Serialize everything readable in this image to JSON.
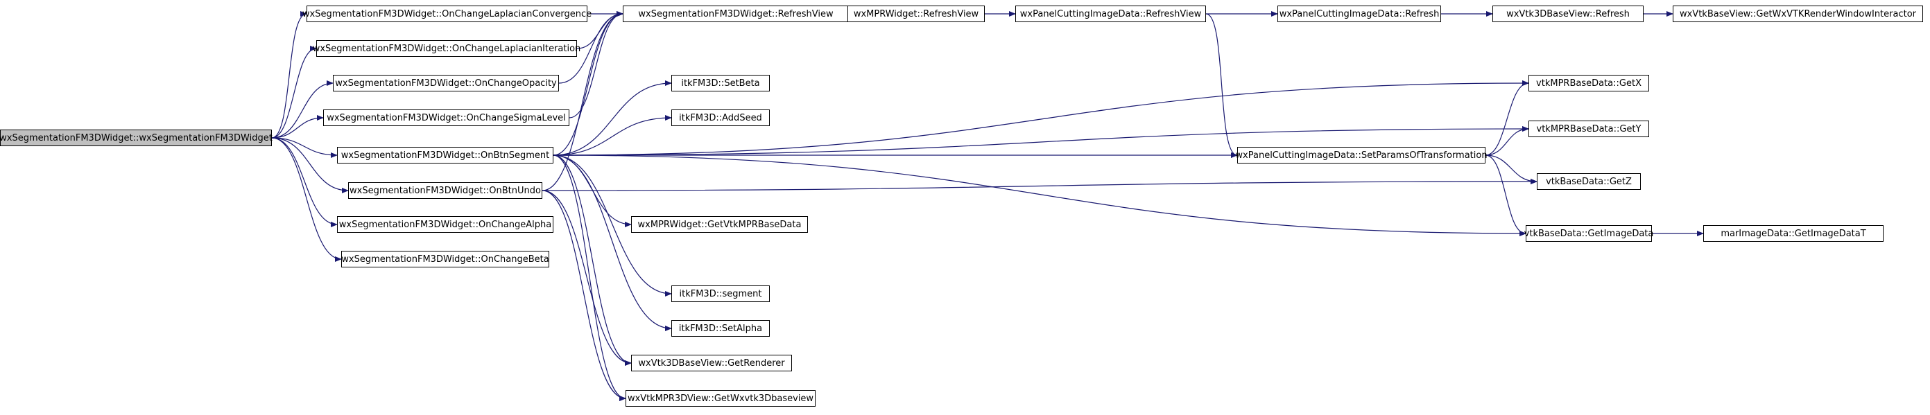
{
  "diagram": {
    "type": "call-graph",
    "edge_color": "#191970",
    "root_fill": "#bfbfbf",
    "node_fill": "#ffffff",
    "nodes": [
      {
        "id": "n0",
        "label": "wxSegmentationFM3DWidget::wxSegmentationFM3DWidget",
        "root": true
      },
      {
        "id": "n1",
        "label": "wxSegmentationFM3DWidget::OnChangeLaplacianConvergence"
      },
      {
        "id": "n2",
        "label": "wxSegmentationFM3DWidget::OnChangeLaplacianIteration"
      },
      {
        "id": "n3",
        "label": "wxSegmentationFM3DWidget::OnChangeOpacity"
      },
      {
        "id": "n4",
        "label": "wxSegmentationFM3DWidget::OnChangeSigmaLevel"
      },
      {
        "id": "n5",
        "label": "wxSegmentationFM3DWidget::OnBtnSegment"
      },
      {
        "id": "n6",
        "label": "wxSegmentationFM3DWidget::OnBtnUndo"
      },
      {
        "id": "n7",
        "label": "wxSegmentationFM3DWidget::OnChangeAlpha"
      },
      {
        "id": "n8",
        "label": "wxSegmentationFM3DWidget::OnChangeBeta"
      },
      {
        "id": "n9",
        "label": "wxSegmentationFM3DWidget::RefreshView"
      },
      {
        "id": "n10",
        "label": "wxMPRWidget::RefreshView"
      },
      {
        "id": "n11",
        "label": "wxPanelCuttingImageData::RefreshView"
      },
      {
        "id": "n12",
        "label": "wxPanelCuttingImageData::Refresh"
      },
      {
        "id": "n13",
        "label": "wxVtk3DBaseView::Refresh"
      },
      {
        "id": "n14",
        "label": "wxVtkBaseView::GetWxVTKRenderWindowInteractor"
      },
      {
        "id": "n15",
        "label": "itkFM3D::SetBeta"
      },
      {
        "id": "n16",
        "label": "itkFM3D::AddSeed"
      },
      {
        "id": "n17",
        "label": "wxMPRWidget::GetVtkMPRBaseData"
      },
      {
        "id": "n18",
        "label": "itkFM3D::segment"
      },
      {
        "id": "n19",
        "label": "itkFM3D::SetAlpha"
      },
      {
        "id": "n20",
        "label": "wxVtk3DBaseView::GetRenderer"
      },
      {
        "id": "n21",
        "label": "wxVtkMPR3DView::GetWxvtk3Dbaseview"
      },
      {
        "id": "n22",
        "label": "wxPanelCuttingImageData::SetParamsOfTransformation"
      },
      {
        "id": "n23",
        "label": "vtkMPRBaseData::GetX"
      },
      {
        "id": "n24",
        "label": "vtkMPRBaseData::GetY"
      },
      {
        "id": "n25",
        "label": "vtkBaseData::GetZ"
      },
      {
        "id": "n26",
        "label": "vtkBaseData::GetImageData"
      },
      {
        "id": "n27",
        "label": "marImageData::GetImageDataT"
      }
    ],
    "edges": [
      [
        "n0",
        "n1"
      ],
      [
        "n0",
        "n2"
      ],
      [
        "n0",
        "n3"
      ],
      [
        "n0",
        "n4"
      ],
      [
        "n0",
        "n5"
      ],
      [
        "n0",
        "n6"
      ],
      [
        "n0",
        "n7"
      ],
      [
        "n0",
        "n8"
      ],
      [
        "n1",
        "n9"
      ],
      [
        "n2",
        "n9"
      ],
      [
        "n3",
        "n9"
      ],
      [
        "n4",
        "n9"
      ],
      [
        "n5",
        "n9"
      ],
      [
        "n6",
        "n9"
      ],
      [
        "n9",
        "n10"
      ],
      [
        "n10",
        "n11"
      ],
      [
        "n11",
        "n12"
      ],
      [
        "n12",
        "n13"
      ],
      [
        "n13",
        "n14"
      ],
      [
        "n11",
        "n22"
      ],
      [
        "n5",
        "n23"
      ],
      [
        "n5",
        "n15"
      ],
      [
        "n5",
        "n16"
      ],
      [
        "n5",
        "n24"
      ],
      [
        "n5",
        "n22"
      ],
      [
        "n5",
        "n17"
      ],
      [
        "n5",
        "n26"
      ],
      [
        "n5",
        "n18"
      ],
      [
        "n5",
        "n19"
      ],
      [
        "n5",
        "n20"
      ],
      [
        "n5",
        "n21"
      ],
      [
        "n6",
        "n25"
      ],
      [
        "n6",
        "n20"
      ],
      [
        "n6",
        "n21"
      ],
      [
        "n22",
        "n23"
      ],
      [
        "n22",
        "n24"
      ],
      [
        "n22",
        "n25"
      ],
      [
        "n22",
        "n26"
      ],
      [
        "n26",
        "n27"
      ]
    ]
  }
}
